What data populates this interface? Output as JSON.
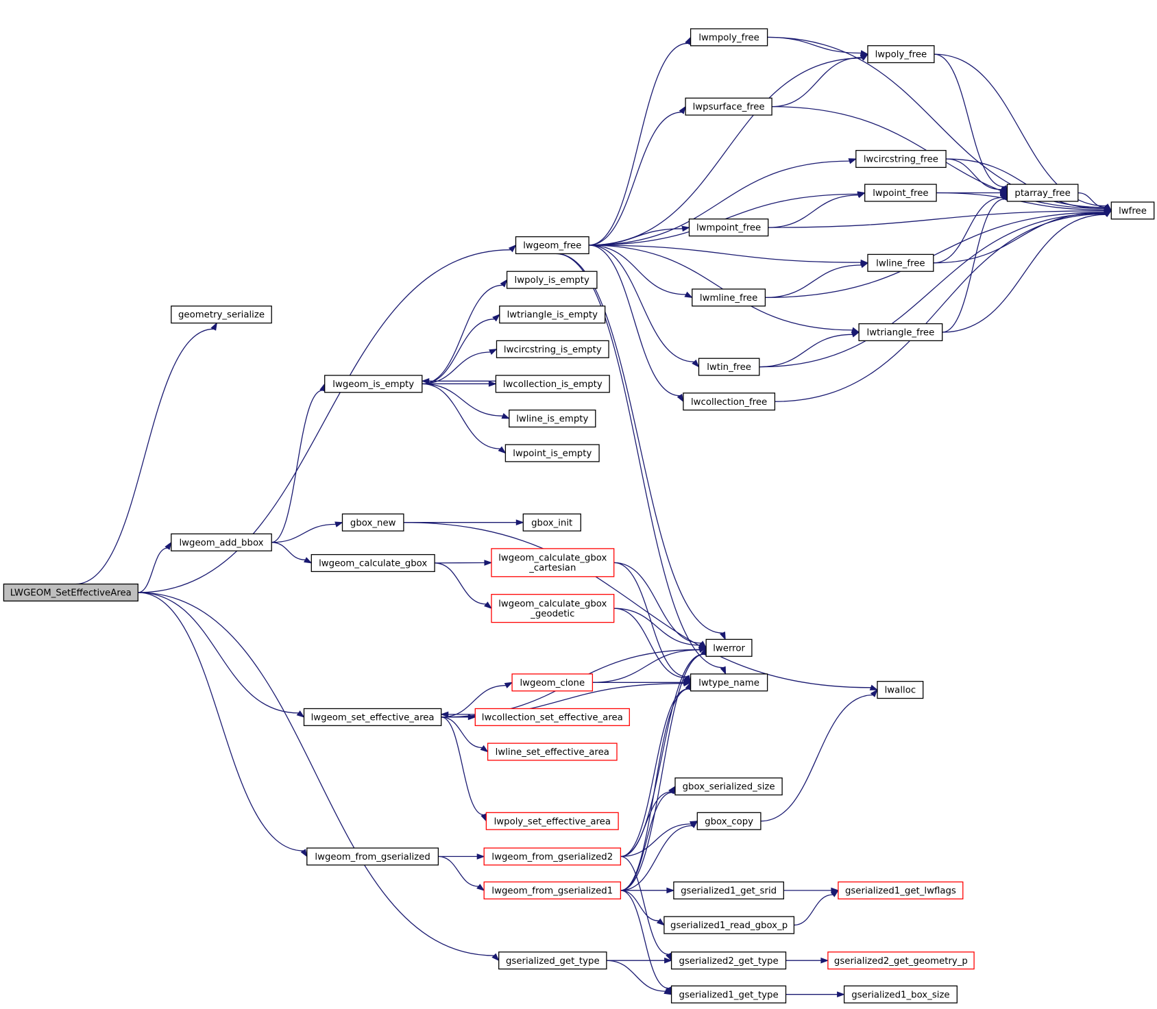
{
  "colors": {
    "edge": "#191970",
    "node_border": "#000000",
    "node_border_external": "#ff0000",
    "root_fill": "#bfbfbf",
    "node_fill": "#ffffff",
    "background": "#ffffff"
  },
  "nodes": {
    "root": {
      "lines": [
        "LWGEOM_SetEffectiveArea"
      ],
      "style": "root"
    },
    "geometry_serialize": {
      "lines": [
        "geometry_serialize"
      ],
      "style": "normal"
    },
    "lwgeom_free": {
      "lines": [
        "lwgeom_free"
      ],
      "style": "normal"
    },
    "lwgeom_add_bbox": {
      "lines": [
        "lwgeom_add_bbox"
      ],
      "style": "normal"
    },
    "lwgeom_set_effective_area": {
      "lines": [
        "lwgeom_set_effective_area"
      ],
      "style": "normal"
    },
    "lwgeom_from_gserialized": {
      "lines": [
        "lwgeom_from_gserialized"
      ],
      "style": "normal"
    },
    "gserialized_get_type": {
      "lines": [
        "gserialized_get_type"
      ],
      "style": "normal"
    },
    "lwgeom_is_empty": {
      "lines": [
        "lwgeom_is_empty"
      ],
      "style": "normal"
    },
    "gbox_new": {
      "lines": [
        "gbox_new"
      ],
      "style": "normal"
    },
    "lwgeom_calculate_gbox": {
      "lines": [
        "lwgeom_calculate_gbox"
      ],
      "style": "normal"
    },
    "lwpoly_is_empty": {
      "lines": [
        "lwpoly_is_empty"
      ],
      "style": "normal"
    },
    "lwtriangle_is_empty": {
      "lines": [
        "lwtriangle_is_empty"
      ],
      "style": "normal"
    },
    "lwcircstring_is_empty": {
      "lines": [
        "lwcircstring_is_empty"
      ],
      "style": "normal"
    },
    "lwcollection_is_empty": {
      "lines": [
        "lwcollection_is_empty"
      ],
      "style": "normal"
    },
    "lwline_is_empty": {
      "lines": [
        "lwline_is_empty"
      ],
      "style": "normal"
    },
    "lwpoint_is_empty": {
      "lines": [
        "lwpoint_is_empty"
      ],
      "style": "normal"
    },
    "gbox_init": {
      "lines": [
        "gbox_init"
      ],
      "style": "normal"
    },
    "lwgeom_calculate_gbox_cartesian": {
      "lines": [
        "lwgeom_calculate_gbox",
        "_cartesian"
      ],
      "style": "external"
    },
    "lwgeom_calculate_gbox_geodetic": {
      "lines": [
        "lwgeom_calculate_gbox",
        "_geodetic"
      ],
      "style": "external"
    },
    "lwgeom_clone": {
      "lines": [
        "lwgeom_clone"
      ],
      "style": "external"
    },
    "lwcollection_set_effective_area": {
      "lines": [
        "lwcollection_set_effective_area"
      ],
      "style": "external"
    },
    "lwline_set_effective_area": {
      "lines": [
        "lwline_set_effective_area"
      ],
      "style": "external"
    },
    "lwpoly_set_effective_area": {
      "lines": [
        "lwpoly_set_effective_area"
      ],
      "style": "external"
    },
    "lwgeom_from_gserialized2": {
      "lines": [
        "lwgeom_from_gserialized2"
      ],
      "style": "external"
    },
    "lwgeom_from_gserialized1": {
      "lines": [
        "lwgeom_from_gserialized1"
      ],
      "style": "external"
    },
    "lwmpoly_free": {
      "lines": [
        "lwmpoly_free"
      ],
      "style": "normal"
    },
    "lwpsurface_free": {
      "lines": [
        "lwpsurface_free"
      ],
      "style": "normal"
    },
    "lwmpoint_free": {
      "lines": [
        "lwmpoint_free"
      ],
      "style": "normal"
    },
    "lwmline_free": {
      "lines": [
        "lwmline_free"
      ],
      "style": "normal"
    },
    "lwtin_free": {
      "lines": [
        "lwtin_free"
      ],
      "style": "normal"
    },
    "lwcollection_free": {
      "lines": [
        "lwcollection_free"
      ],
      "style": "normal"
    },
    "lwerror": {
      "lines": [
        "lwerror"
      ],
      "style": "normal"
    },
    "lwtype_name": {
      "lines": [
        "lwtype_name"
      ],
      "style": "normal"
    },
    "gbox_serialized_size": {
      "lines": [
        "gbox_serialized_size"
      ],
      "style": "normal"
    },
    "gbox_copy": {
      "lines": [
        "gbox_copy"
      ],
      "style": "normal"
    },
    "gserialized1_get_srid": {
      "lines": [
        "gserialized1_get_srid"
      ],
      "style": "normal"
    },
    "gserialized1_read_gbox_p": {
      "lines": [
        "gserialized1_read_gbox_p"
      ],
      "style": "normal"
    },
    "gserialized2_get_type": {
      "lines": [
        "gserialized2_get_type"
      ],
      "style": "normal"
    },
    "gserialized1_get_type": {
      "lines": [
        "gserialized1_get_type"
      ],
      "style": "normal"
    },
    "lwpoly_free": {
      "lines": [
        "lwpoly_free"
      ],
      "style": "normal"
    },
    "lwcircstring_free": {
      "lines": [
        "lwcircstring_free"
      ],
      "style": "normal"
    },
    "lwpoint_free": {
      "lines": [
        "lwpoint_free"
      ],
      "style": "normal"
    },
    "lwline_free": {
      "lines": [
        "lwline_free"
      ],
      "style": "normal"
    },
    "lwtriangle_free": {
      "lines": [
        "lwtriangle_free"
      ],
      "style": "normal"
    },
    "lwalloc": {
      "lines": [
        "lwalloc"
      ],
      "style": "normal"
    },
    "gserialized1_get_lwflags": {
      "lines": [
        "gserialized1_get_lwflags"
      ],
      "style": "external"
    },
    "gserialized2_get_geometry_p": {
      "lines": [
        "gserialized2_get_geometry_p"
      ],
      "style": "external"
    },
    "gserialized1_box_size": {
      "lines": [
        "gserialized1_box_size"
      ],
      "style": "normal"
    },
    "ptarray_free": {
      "lines": [
        "ptarray_free"
      ],
      "style": "normal"
    },
    "lwfree": {
      "lines": [
        "lwfree"
      ],
      "style": "normal"
    }
  },
  "edges": [
    [
      "root",
      "geometry_serialize"
    ],
    [
      "root",
      "lwgeom_free"
    ],
    [
      "root",
      "lwgeom_add_bbox"
    ],
    [
      "root",
      "lwgeom_set_effective_area"
    ],
    [
      "root",
      "lwgeom_from_gserialized"
    ],
    [
      "root",
      "gserialized_get_type"
    ],
    [
      "lwgeom_free",
      "lwmpoly_free"
    ],
    [
      "lwgeom_free",
      "lwpoly_free"
    ],
    [
      "lwgeom_free",
      "lwpsurface_free"
    ],
    [
      "lwgeom_free",
      "lwcircstring_free"
    ],
    [
      "lwgeom_free",
      "lwpoint_free"
    ],
    [
      "lwgeom_free",
      "lwmpoint_free"
    ],
    [
      "lwgeom_free",
      "lwline_free"
    ],
    [
      "lwgeom_free",
      "lwmline_free"
    ],
    [
      "lwgeom_free",
      "lwtriangle_free"
    ],
    [
      "lwgeom_free",
      "lwtin_free"
    ],
    [
      "lwgeom_free",
      "lwcollection_free"
    ],
    [
      "lwgeom_free",
      "lwerror"
    ],
    [
      "lwgeom_free",
      "lwtype_name"
    ],
    [
      "lwgeom_add_bbox",
      "lwgeom_is_empty"
    ],
    [
      "lwgeom_add_bbox",
      "gbox_new"
    ],
    [
      "lwgeom_add_bbox",
      "lwgeom_calculate_gbox"
    ],
    [
      "lwgeom_is_empty",
      "lwpoly_is_empty"
    ],
    [
      "lwgeom_is_empty",
      "lwtriangle_is_empty"
    ],
    [
      "lwgeom_is_empty",
      "lwcircstring_is_empty"
    ],
    [
      "lwgeom_is_empty",
      "lwcollection_is_empty"
    ],
    [
      "lwcollection_is_empty",
      "lwgeom_is_empty"
    ],
    [
      "lwgeom_is_empty",
      "lwline_is_empty"
    ],
    [
      "lwgeom_is_empty",
      "lwpoint_is_empty"
    ],
    [
      "gbox_new",
      "gbox_init"
    ],
    [
      "gbox_new",
      "lwalloc"
    ],
    [
      "lwgeom_calculate_gbox",
      "lwgeom_calculate_gbox_cartesian"
    ],
    [
      "lwgeom_calculate_gbox",
      "lwgeom_calculate_gbox_geodetic"
    ],
    [
      "lwgeom_calculate_gbox_cartesian",
      "lwerror"
    ],
    [
      "lwgeom_calculate_gbox_cartesian",
      "lwtype_name"
    ],
    [
      "lwgeom_calculate_gbox_geodetic",
      "lwerror"
    ],
    [
      "lwgeom_calculate_gbox_geodetic",
      "lwtype_name"
    ],
    [
      "lwgeom_set_effective_area",
      "lwerror"
    ],
    [
      "lwgeom_set_effective_area",
      "lwgeom_clone"
    ],
    [
      "lwgeom_set_effective_area",
      "lwcollection_set_effective_area"
    ],
    [
      "lwcollection_set_effective_area",
      "lwgeom_set_effective_area"
    ],
    [
      "lwgeom_set_effective_area",
      "lwline_set_effective_area"
    ],
    [
      "lwgeom_set_effective_area",
      "lwpoly_set_effective_area"
    ],
    [
      "lwgeom_set_effective_area",
      "lwtype_name"
    ],
    [
      "lwgeom_clone",
      "lwerror"
    ],
    [
      "lwgeom_clone",
      "lwtype_name"
    ],
    [
      "lwgeom_from_gserialized",
      "lwgeom_from_gserialized2"
    ],
    [
      "lwgeom_from_gserialized",
      "lwgeom_from_gserialized1"
    ],
    [
      "lwgeom_from_gserialized2",
      "lwerror"
    ],
    [
      "lwgeom_from_gserialized2",
      "lwtype_name"
    ],
    [
      "lwgeom_from_gserialized2",
      "gbox_serialized_size"
    ],
    [
      "lwgeom_from_gserialized2",
      "gbox_copy"
    ],
    [
      "lwgeom_from_gserialized2",
      "gserialized2_get_type"
    ],
    [
      "lwgeom_from_gserialized1",
      "lwerror"
    ],
    [
      "lwgeom_from_gserialized1",
      "lwtype_name"
    ],
    [
      "lwgeom_from_gserialized1",
      "gbox_serialized_size"
    ],
    [
      "lwgeom_from_gserialized1",
      "gbox_copy"
    ],
    [
      "lwgeom_from_gserialized1",
      "gserialized1_get_lwflags"
    ],
    [
      "lwgeom_from_gserialized1",
      "gserialized1_get_srid"
    ],
    [
      "lwgeom_from_gserialized1",
      "gserialized1_read_gbox_p"
    ],
    [
      "lwgeom_from_gserialized1",
      "gserialized1_get_type"
    ],
    [
      "gserialized_get_type",
      "gserialized2_get_type"
    ],
    [
      "gserialized_get_type",
      "gserialized1_get_type"
    ],
    [
      "lwmpoly_free",
      "lwpoly_free"
    ],
    [
      "lwmpoly_free",
      "lwfree"
    ],
    [
      "lwpsurface_free",
      "lwpoly_free"
    ],
    [
      "lwpsurface_free",
      "lwfree"
    ],
    [
      "lwpoly_free",
      "ptarray_free"
    ],
    [
      "lwpoly_free",
      "lwfree"
    ],
    [
      "lwcircstring_free",
      "ptarray_free"
    ],
    [
      "lwcircstring_free",
      "lwfree"
    ],
    [
      "lwpoint_free",
      "ptarray_free"
    ],
    [
      "lwpoint_free",
      "lwfree"
    ],
    [
      "lwmpoint_free",
      "lwpoint_free"
    ],
    [
      "lwmpoint_free",
      "lwfree"
    ],
    [
      "lwline_free",
      "ptarray_free"
    ],
    [
      "lwline_free",
      "lwfree"
    ],
    [
      "lwmline_free",
      "lwline_free"
    ],
    [
      "lwmline_free",
      "lwfree"
    ],
    [
      "lwtriangle_free",
      "ptarray_free"
    ],
    [
      "lwtriangle_free",
      "lwfree"
    ],
    [
      "lwtin_free",
      "lwtriangle_free"
    ],
    [
      "lwtin_free",
      "lwfree"
    ],
    [
      "lwcollection_free",
      "lwfree"
    ],
    [
      "ptarray_free",
      "lwfree"
    ],
    [
      "gbox_copy",
      "lwalloc"
    ],
    [
      "gserialized1_read_gbox_p",
      "gserialized1_get_lwflags"
    ],
    [
      "gserialized2_get_type",
      "gserialized2_get_geometry_p"
    ],
    [
      "gserialized1_get_type",
      "gserialized1_box_size"
    ]
  ]
}
